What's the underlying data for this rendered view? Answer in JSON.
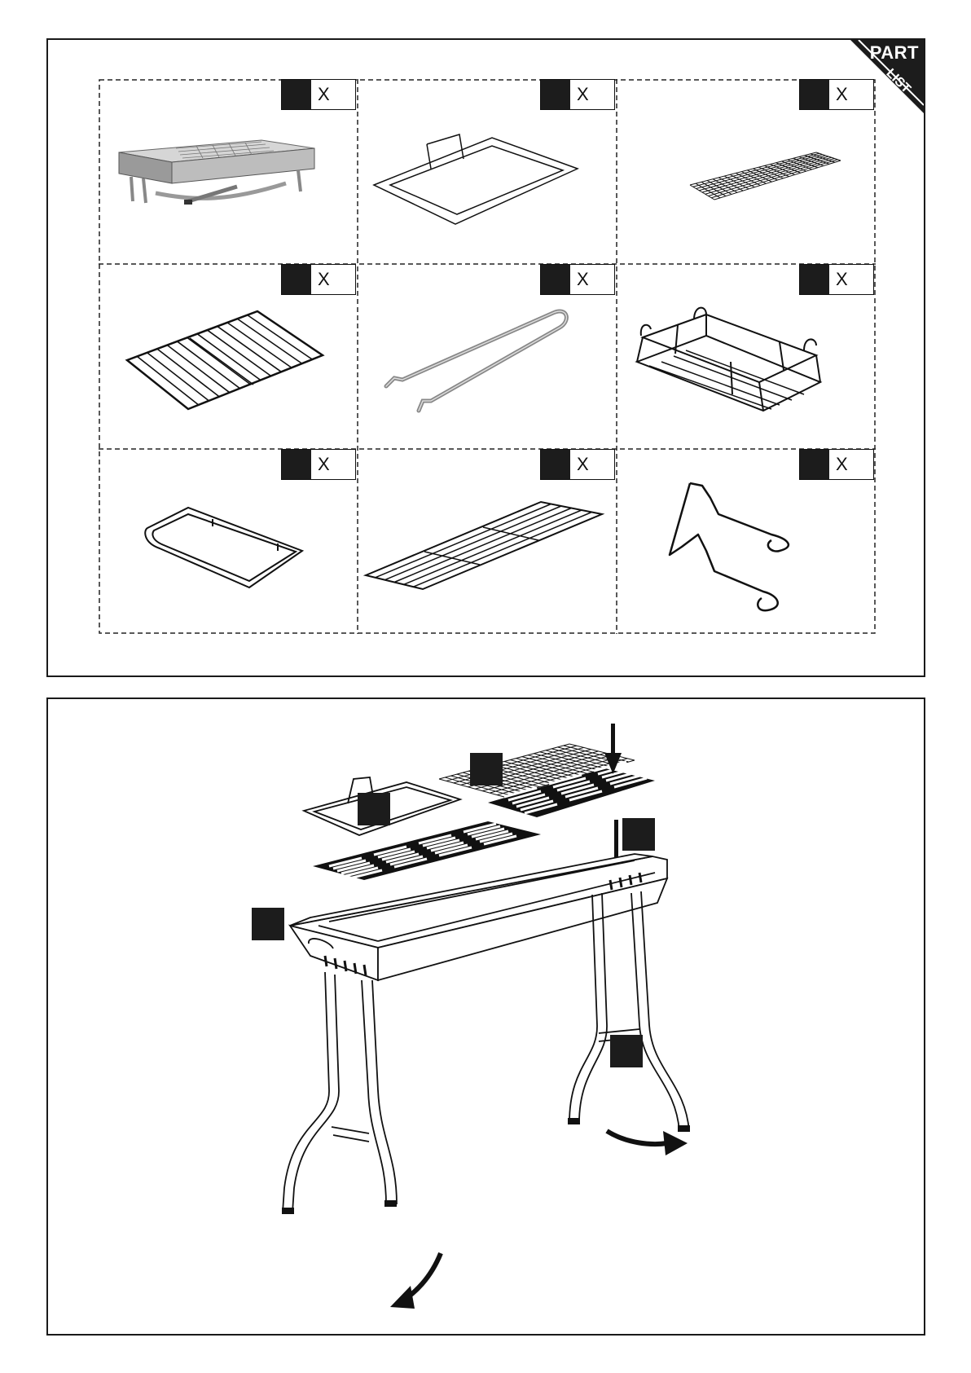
{
  "corner_tab": {
    "line1": "PART",
    "line2": "LIST"
  },
  "parts": [
    {
      "id": "grill-assembled",
      "qty_number": "",
      "qty_mark": "X"
    },
    {
      "id": "charcoal-frame",
      "qty_number": "",
      "qty_mark": "X"
    },
    {
      "id": "wire-mesh",
      "qty_number": "",
      "qty_mark": "X"
    },
    {
      "id": "wire-rack",
      "qty_number": "",
      "qty_mark": "X"
    },
    {
      "id": "tongs",
      "qty_number": "",
      "qty_mark": "X"
    },
    {
      "id": "side-basket",
      "qty_number": "",
      "qty_mark": "X"
    },
    {
      "id": "ash-tray-frame",
      "qty_number": "",
      "qty_mark": "X"
    },
    {
      "id": "long-grate",
      "qty_number": "",
      "qty_mark": "X"
    },
    {
      "id": "hook-tool",
      "qty_number": "",
      "qty_mark": "X"
    }
  ],
  "assembly": {
    "callouts": [
      "",
      "",
      "",
      "",
      "",
      ""
    ]
  },
  "colors": {
    "ink": "#1c1c1c",
    "paper": "#ffffff",
    "metal": "#b8b8b8"
  }
}
